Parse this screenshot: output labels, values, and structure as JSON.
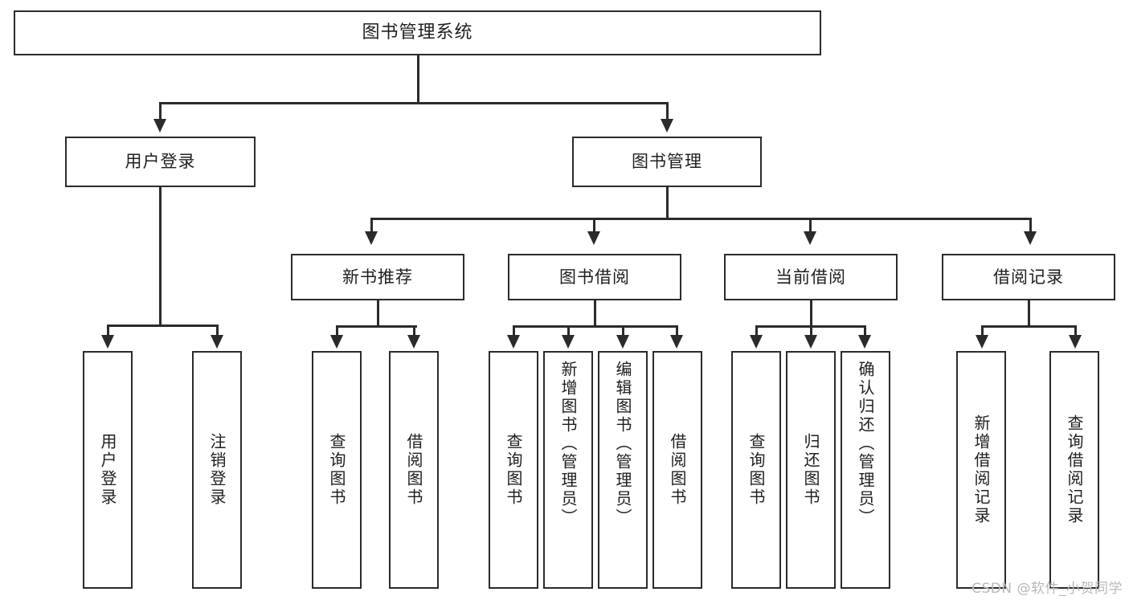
{
  "diagram": {
    "title": "图书管理系统",
    "type": "功能结构图",
    "root": {
      "label": "图书管理系统"
    },
    "level2": [
      {
        "label": "用户登录"
      },
      {
        "label": "图书管理"
      }
    ],
    "level3": [
      {
        "label": "新书推荐"
      },
      {
        "label": "图书借阅"
      },
      {
        "label": "当前借阅"
      },
      {
        "label": "借阅记录"
      }
    ],
    "leaves": {
      "user_login": [
        {
          "label": "用户登录"
        },
        {
          "label": "注销登录"
        }
      ],
      "new_book_recommend": [
        {
          "label": "查询图书"
        },
        {
          "label": "借阅图书"
        }
      ],
      "book_borrow": [
        {
          "label": "查询图书"
        },
        {
          "label": "新增图书（管理员）"
        },
        {
          "label": "编辑图书（管理员）"
        },
        {
          "label": "借阅图书"
        }
      ],
      "current_borrow": [
        {
          "label": "查询图书"
        },
        {
          "label": "归还图书"
        },
        {
          "label": "确认归还（管理员）"
        }
      ],
      "borrow_record": [
        {
          "label": "新增借阅记录"
        },
        {
          "label": "查询借阅记录"
        }
      ]
    }
  },
  "watermark": {
    "text": "CSDN @软件_小贺同学"
  },
  "colors": {
    "stroke": "#2b2b2b",
    "background": "#ffffff",
    "text": "#1f1f1f",
    "watermark": "#b9b9b9"
  }
}
